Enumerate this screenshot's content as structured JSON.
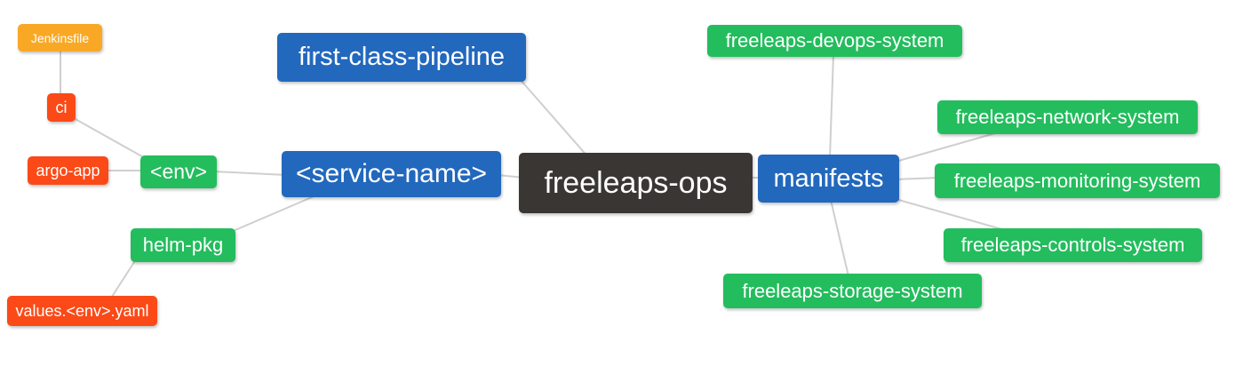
{
  "palette": {
    "root_dark": "#3a3633",
    "branch_blue": "#2268bd",
    "leaf_green": "#23bd5d",
    "leaf_red": "#fb4a17",
    "leaf_amber": "#f9a825",
    "edge_gray": "#cfcfcf",
    "text_white": "#ffffff",
    "canvas_bg": "#ffffff"
  },
  "mindmap": {
    "nodes": [
      {
        "id": "jenkinsfile",
        "label": "Jenkinsfile",
        "level": 5,
        "color": "leaf_amber"
      },
      {
        "id": "ci",
        "label": "ci",
        "level": 4,
        "color": "leaf_red"
      },
      {
        "id": "argo-app",
        "label": "argo-app",
        "level": 4,
        "color": "leaf_red"
      },
      {
        "id": "env",
        "label": "<env>",
        "level": 3,
        "color": "leaf_green"
      },
      {
        "id": "helm-pkg",
        "label": "helm-pkg",
        "level": 3,
        "color": "leaf_green"
      },
      {
        "id": "values-env-yaml",
        "label": "values.<env>.yaml",
        "level": 4,
        "color": "leaf_red"
      },
      {
        "id": "first-class-pipeline",
        "label": "first-class-pipeline",
        "level": 2,
        "color": "branch_blue"
      },
      {
        "id": "service-name",
        "label": "<service-name>",
        "level": 2,
        "color": "branch_blue"
      },
      {
        "id": "freeleaps-ops",
        "label": "freeleaps-ops",
        "level": 1,
        "color": "root_dark"
      },
      {
        "id": "manifests",
        "label": "manifests",
        "level": 2,
        "color": "branch_blue"
      },
      {
        "id": "devops-system",
        "label": "freeleaps-devops-system",
        "level": 3,
        "color": "leaf_green"
      },
      {
        "id": "network-system",
        "label": "freeleaps-network-system",
        "level": 3,
        "color": "leaf_green"
      },
      {
        "id": "monitoring-system",
        "label": "freeleaps-monitoring-system",
        "level": 3,
        "color": "leaf_green"
      },
      {
        "id": "controls-system",
        "label": "freeleaps-controls-system",
        "level": 3,
        "color": "leaf_green"
      },
      {
        "id": "storage-system",
        "label": "freeleaps-storage-system",
        "level": 3,
        "color": "leaf_green"
      }
    ],
    "edges": [
      [
        "jenkinsfile",
        "ci"
      ],
      [
        "ci",
        "env"
      ],
      [
        "argo-app",
        "env"
      ],
      [
        "env",
        "service-name"
      ],
      [
        "service-name",
        "helm-pkg"
      ],
      [
        "helm-pkg",
        "values-env-yaml"
      ],
      [
        "service-name",
        "freeleaps-ops"
      ],
      [
        "first-class-pipeline",
        "freeleaps-ops"
      ],
      [
        "freeleaps-ops",
        "manifests"
      ],
      [
        "manifests",
        "devops-system"
      ],
      [
        "manifests",
        "network-system"
      ],
      [
        "manifests",
        "monitoring-system"
      ],
      [
        "manifests",
        "controls-system"
      ],
      [
        "manifests",
        "storage-system"
      ]
    ]
  }
}
